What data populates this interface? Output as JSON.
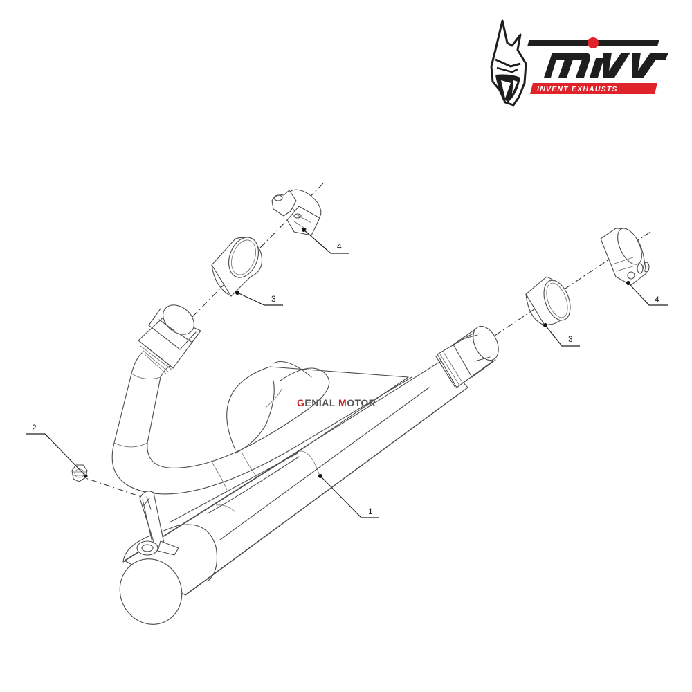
{
  "brand": {
    "logo_wordmark": "MIVV",
    "tagline": "INVENT EXHAUSTS",
    "colors": {
      "primary": "#1e1e1e",
      "accent": "#e0232b"
    }
  },
  "watermark": {
    "part1_initial": "G",
    "part1_rest": "ENIAL",
    "part2_initial": "M",
    "part2_rest": "OTOR",
    "colors": {
      "initial": "#cc2020",
      "rest": "#555555"
    }
  },
  "diagram": {
    "type": "exploded-parts",
    "callouts": [
      {
        "id": "callout-1",
        "number": "1",
        "part": "header-pipe-assembly"
      },
      {
        "id": "callout-2",
        "number": "2",
        "part": "nut"
      },
      {
        "id": "callout-3a",
        "number": "3",
        "part": "gasket-sleeve-left"
      },
      {
        "id": "callout-3b",
        "number": "3",
        "part": "gasket-sleeve-right"
      },
      {
        "id": "callout-4a",
        "number": "4",
        "part": "clamp-left"
      },
      {
        "id": "callout-4b",
        "number": "4",
        "part": "clamp-right"
      }
    ]
  }
}
